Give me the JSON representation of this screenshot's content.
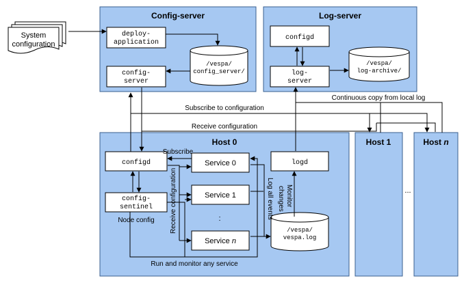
{
  "colors": {
    "panel_fill": "#a6c8f2",
    "panel_stroke": "#3a5f8f",
    "box_fill": "#ffffff",
    "line": "#000000"
  },
  "input": {
    "line1": "System",
    "line2": "configuration"
  },
  "config_server": {
    "title": "Config-server",
    "deploy_line1": "deploy-",
    "deploy_line2": "application",
    "config_line1": "config-",
    "config_line2": "server",
    "store_line1": "/vespa/",
    "store_line2": "config_server/"
  },
  "log_server": {
    "title": "Log-server",
    "configd": "configd",
    "log_line1": "log-",
    "log_line2": "server",
    "store_line1": "/vespa/",
    "store_line2": "log-archive/"
  },
  "host0": {
    "title": "Host 0",
    "configd": "configd",
    "sentinel_line1": "config-",
    "sentinel_line2": "sentinel",
    "node_config": "Node config",
    "service0": "Service 0",
    "service1": "Service 1",
    "dots": ":",
    "service_n_prefix": "Service ",
    "service_n_suffix": "n",
    "logd": "logd",
    "store_line1": "/vespa/",
    "store_line2": "vespa.log",
    "subscribe": "Subscribe",
    "receive_configuration": "Receive configuration",
    "log_all_events": "Log all events",
    "monitor_line1": "Monitor",
    "monitor_line2": "changes",
    "run_and_monitor": "Run and monitor any service"
  },
  "host1": {
    "title": "Host 1"
  },
  "host_ellipsis": "...",
  "host_n": {
    "title_prefix": "Host ",
    "title_suffix": "n"
  },
  "flows": {
    "subscribe_to_configuration": "Subscribe to configuration",
    "receive_configuration": "Receive configuration",
    "continuous_copy": "Continuous copy from local log"
  }
}
